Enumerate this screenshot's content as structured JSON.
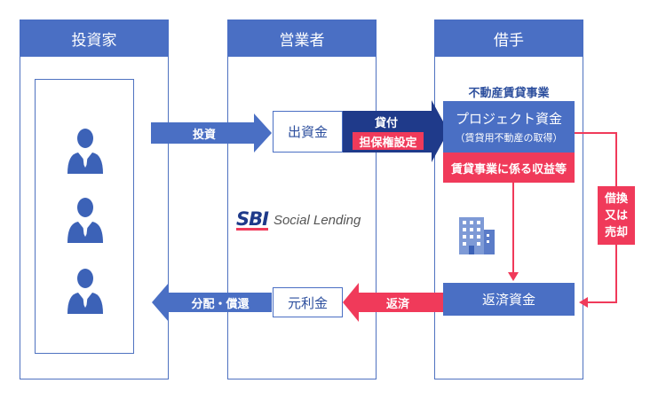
{
  "columns": {
    "investor": "投資家",
    "operator": "営業者",
    "borrower": "借手"
  },
  "business_title": "不動産賃貸事業",
  "project": {
    "title": "プロジェクト資金",
    "subtitle": "（賃貸用不動産の取得）"
  },
  "income_label": "賃貸事業に係る収益等",
  "repayment_funds": "返済資金",
  "investment_funds": "出資金",
  "principal_interest": "元利金",
  "loan": {
    "label": "貸付",
    "collateral": "担保権設定"
  },
  "arrows": {
    "invest": "投資",
    "repay": "返済",
    "distribution": "分配・償還"
  },
  "refinance": [
    "借換",
    "又は",
    "売却"
  ],
  "logo": {
    "sbi": "SBI",
    "text": "Social Lending"
  },
  "colors": {
    "primary_blue": "#4a6fc4",
    "navy": "#1f3a8a",
    "accent_red": "#f03a5a"
  },
  "icons": [
    "person-icon",
    "person-icon",
    "person-icon",
    "building-icon"
  ]
}
